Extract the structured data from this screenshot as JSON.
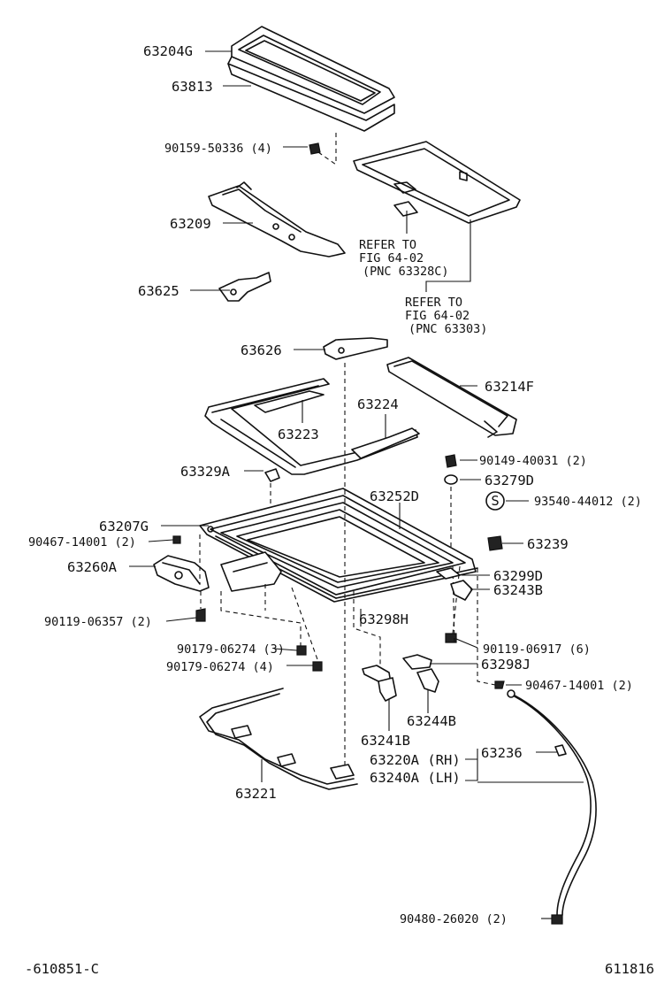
{
  "labels": [
    "63204G",
    "63813",
    "90159-50336 (4)",
    "63209",
    "REFER TO",
    "FIG 64-02",
    "(PNC 63328C)",
    "REFER TO",
    "FIG 64-02",
    "(PNC 63303)",
    "63625",
    "63626",
    "63214F",
    "63224",
    "63223",
    "90149-40031 (2)",
    "63329A",
    "63279D",
    "63252D",
    "93540-44012 (2)",
    "63207G",
    "90467-14001 (2)",
    "63239",
    "63260A",
    "63299D",
    "63243B",
    "90119-06357 (2)",
    "63298H",
    "90179-06274 (3)",
    "90119-06917 (6)",
    "90179-06274 (4)",
    "63298J",
    "90467-14001 (2)",
    "63244B",
    "63241B",
    "63236",
    "63220A (RH)",
    "63240A (LH)",
    "63221",
    "90480-26020 (2)",
    "-610851-C",
    "611816"
  ],
  "circled_symbol": "S"
}
